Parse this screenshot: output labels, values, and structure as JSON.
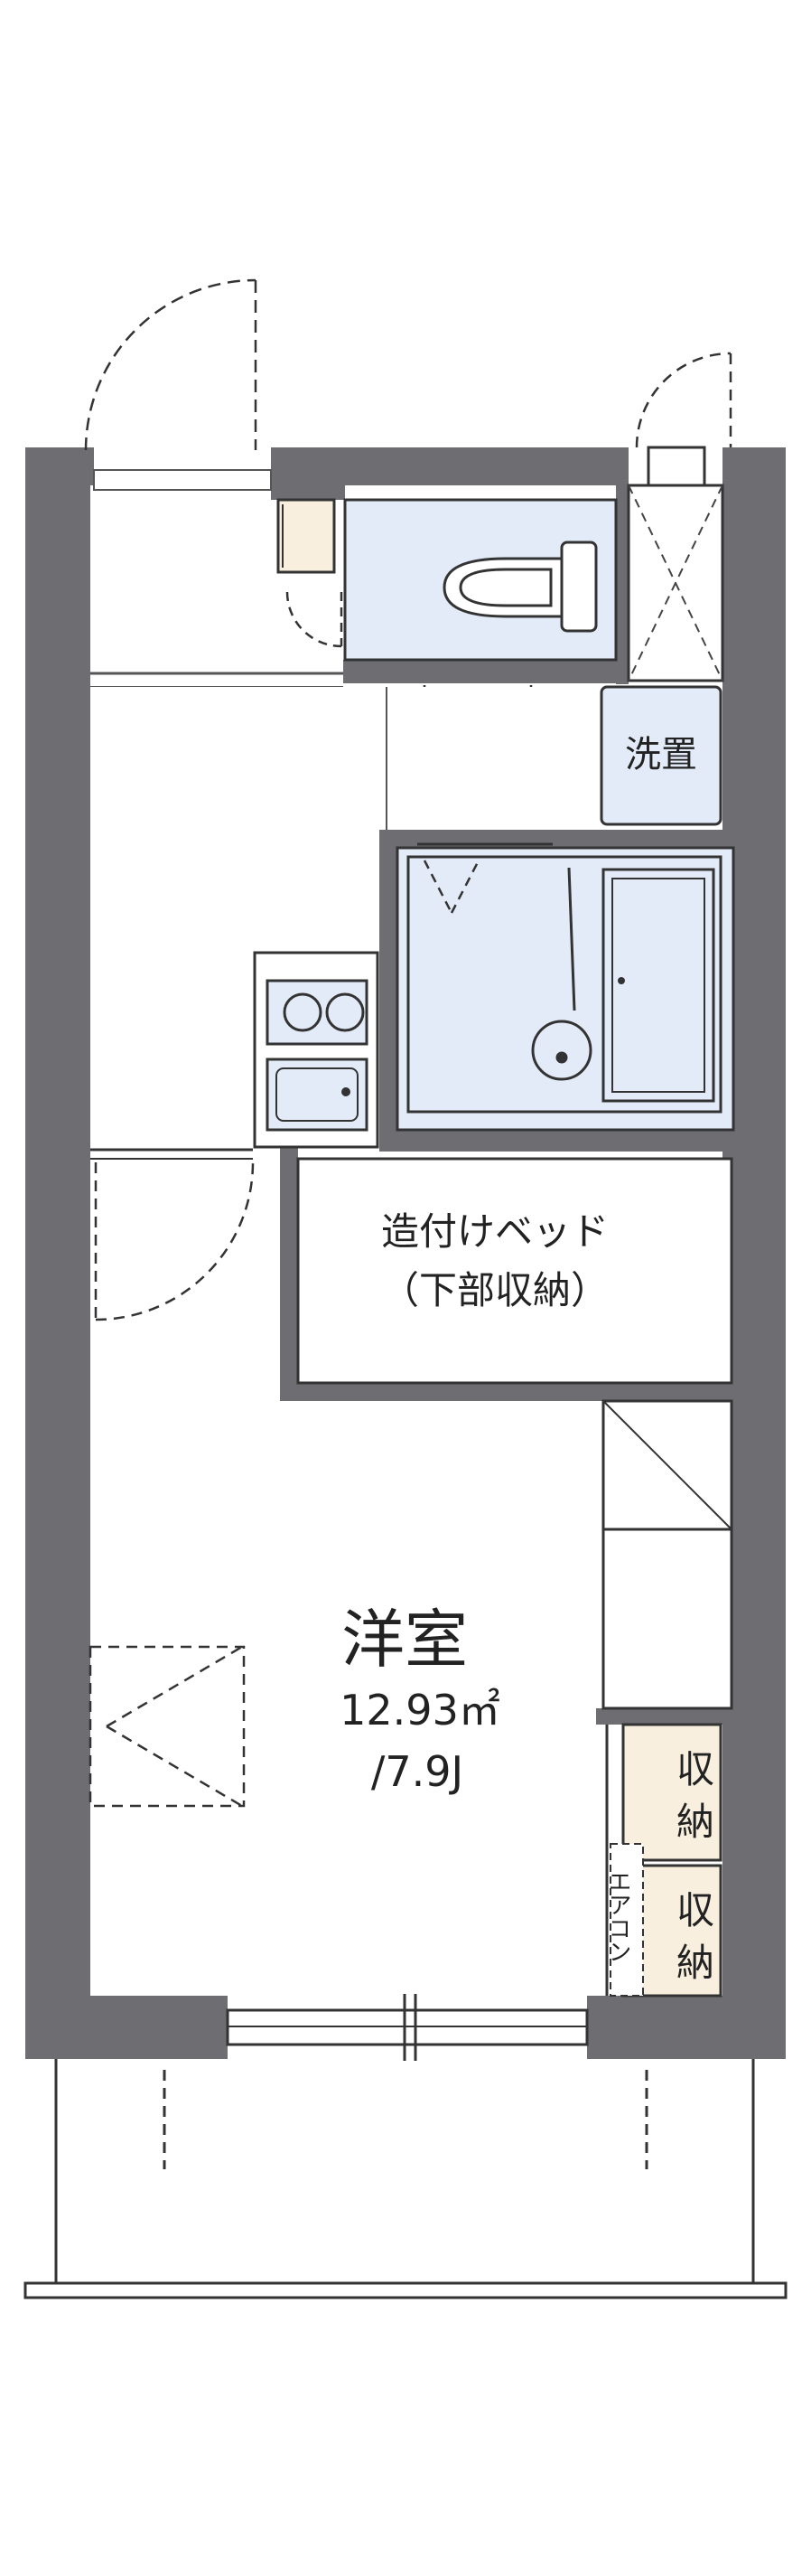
{
  "rooms": {
    "washer": "洗置",
    "built_in_bed_line1": "造付けベッド",
    "built_in_bed_line2": "（下部収納）",
    "western_room": "洋室",
    "area": "12.93㎡",
    "jo": "/7.9J",
    "storage_upper_1": "収",
    "storage_upper_2": "納",
    "storage_lower_1": "収",
    "storage_lower_2": "納",
    "aircon": "エアコン"
  },
  "colors": {
    "wall": "#6d6d72",
    "wet_area": "#e3ebf8",
    "storage": "#f8efde",
    "floor": "#ffffff",
    "line": "#333333"
  }
}
